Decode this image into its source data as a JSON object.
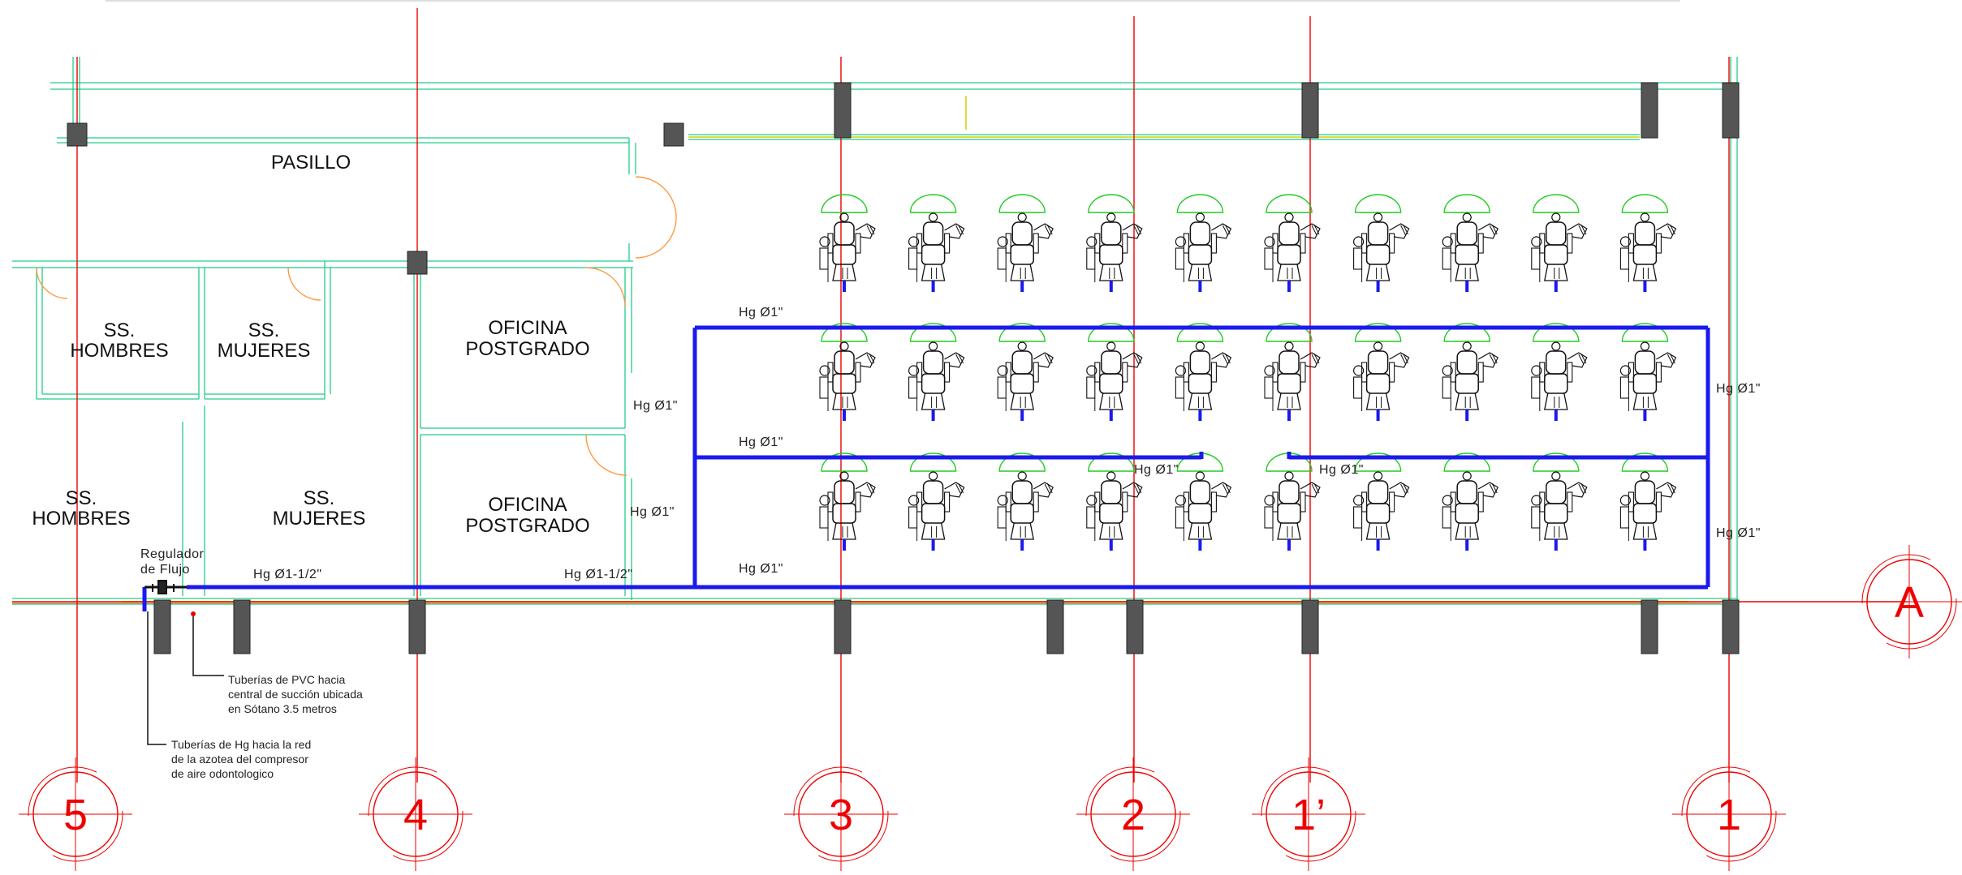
{
  "rooms": {
    "pasillo": "PASILLO",
    "ss_hombres_1": [
      "SS.",
      "HOMBRES"
    ],
    "ss_mujeres_1": [
      "SS.",
      "MUJERES"
    ],
    "oficina_1": [
      "OFICINA",
      "POSTGRADO"
    ],
    "ss_hombres_2": [
      "SS.",
      "HOMBRES"
    ],
    "ss_mujeres_2": [
      "SS.",
      "MUJERES"
    ],
    "oficina_2": [
      "OFICINA",
      "POSTGRADO"
    ]
  },
  "pipe_labels": {
    "main_1": "Hg Ø1-1/2\"",
    "main_2": "Hg Ø1-1/2\"",
    "row1_left": "Hg Ø1\"",
    "row2_left": "Hg Ø1\"",
    "row3_left": "Hg Ø1\"",
    "riser_left_1": "Hg Ø1\"",
    "riser_left_2": "Hg Ø1\"",
    "right_upper": "Hg Ø1\"",
    "right_lower": "Hg Ø1\"",
    "mid_1": "Hg Ø1\"",
    "mid_2": "Hg Ø1\""
  },
  "regulator": [
    "Regulador",
    "de Flujo"
  ],
  "notes": {
    "pvc": [
      "Tuberías de PVC hacia",
      "central de succión ubicada",
      "en Sótano 3.5 metros"
    ],
    "hg": [
      "Tuberías de Hg hacia la red",
      "de la azotea del compresor",
      "de aire odontologico"
    ]
  },
  "axes": {
    "a5": "5",
    "a4": "4",
    "a3": "3",
    "a2": "2",
    "a1p": "1’",
    "a1": "1",
    "aA": "A"
  },
  "dental_chairs": {
    "rows": 3,
    "per_row": 10
  },
  "colors": {
    "grid_axis": "#ee0000",
    "walls": "#22cc88",
    "doors": "#ff9944",
    "pipe": "#1a1aee",
    "columns": "#555555",
    "chair_lamp": "#22cc22"
  }
}
